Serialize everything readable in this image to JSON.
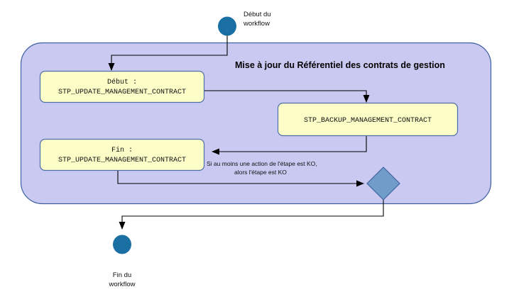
{
  "diagram": {
    "type": "uml-activity-diagram",
    "language": "fr",
    "frame_title": "Mise à jour du Référentiel des contrats de gestion",
    "colors": {
      "frame_fill": "#c9c9f2",
      "frame_stroke": "#3f5fa0",
      "activity_fill": "#fdfdc8",
      "activity_stroke": "#4f6fa8",
      "initial_node_fill": "#1a6fa3",
      "final_node_fill": "#1a6fa3",
      "decision_fill": "#6f9cc8",
      "decision_stroke": "#3f5fa0",
      "edge_stroke": "#000000",
      "text": "#111111"
    }
  },
  "nodes": {
    "initial": {
      "name": "initial-node",
      "label_line1": "Début du",
      "label_line2": "workflow"
    },
    "final": {
      "name": "final-node",
      "label_line1": "Fin du",
      "label_line2": "workflow"
    },
    "activity_start": {
      "name": "activity-debut-stp-update",
      "line1": "Début :",
      "line2": "STP_UPDATE_MANAGEMENT_CONTRACT"
    },
    "activity_backup": {
      "name": "activity-stp-backup",
      "line1": "STP_BACKUP_MANAGEMENT_CONTRACT"
    },
    "activity_end": {
      "name": "activity-fin-stp-update",
      "line1": "Fin :",
      "line2": "STP_UPDATE_MANAGEMENT_CONTRACT"
    },
    "decision": {
      "name": "decision-node",
      "label": ""
    }
  },
  "edges": {
    "guard_merge": {
      "line1": "Si au moins une action de l'étape est KO,",
      "line2": "alors l'étape est KO"
    }
  }
}
